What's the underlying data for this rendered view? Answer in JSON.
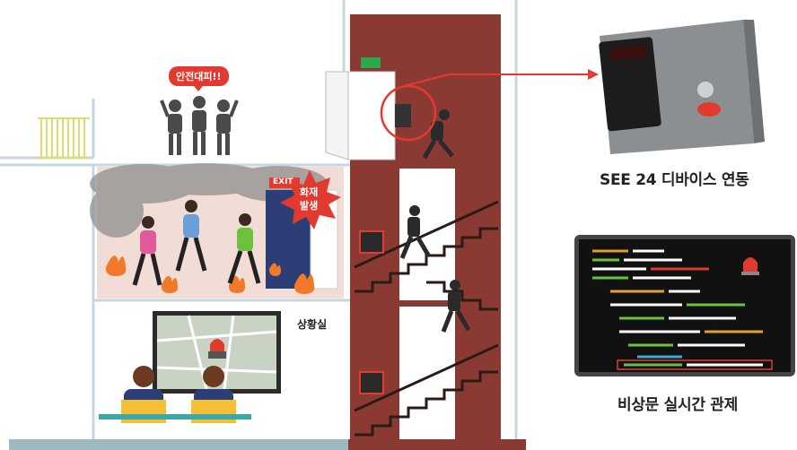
{
  "labels": {
    "evacuate": "안전대피!!",
    "fire_outbreak_line1": "화재",
    "fire_outbreak_line2": "발생",
    "exit_sign": "EXIT",
    "control_room": "상황실",
    "device_link": "SEE 24 디바이스 연동",
    "realtime_control": "비상문 실시간 관제"
  },
  "colors": {
    "stairwell": "#8a3a32",
    "alarm_red": "#e33a2f",
    "wall_line": "#c7d7df",
    "floor_fire_bg": "#f1dcd6",
    "person_dark": "#4a4a4a",
    "terminal_bg": "#111111"
  }
}
